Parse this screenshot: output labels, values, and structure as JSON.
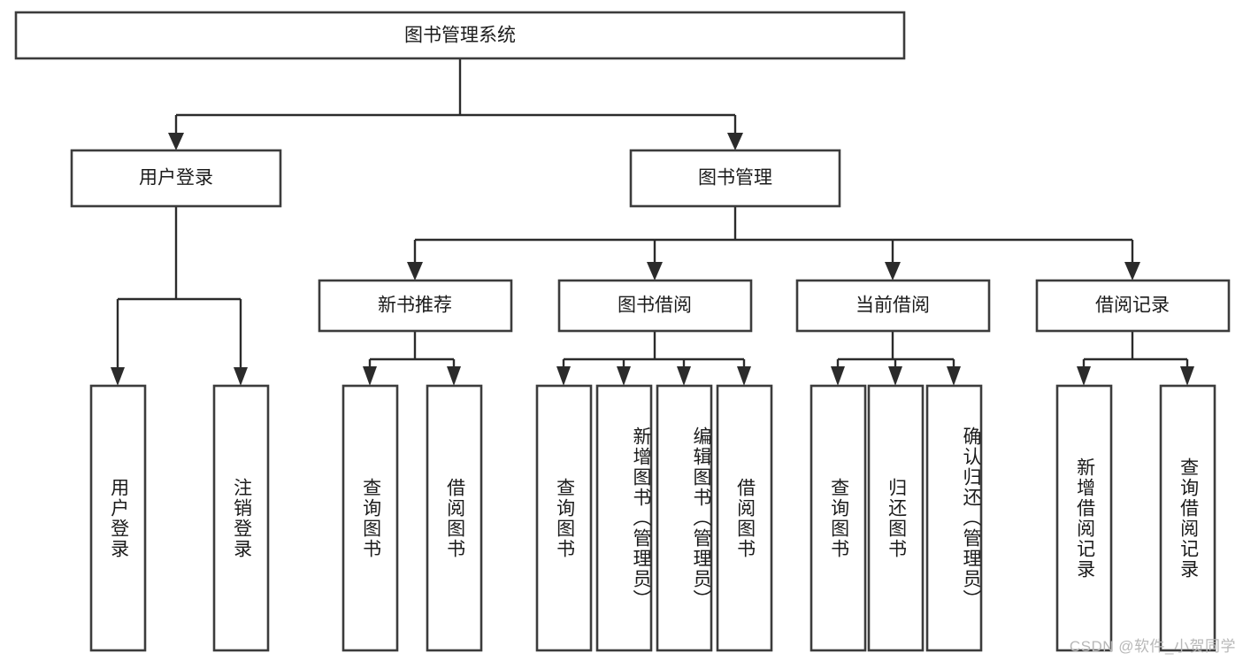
{
  "diagram": {
    "title": "图书管理系统",
    "type": "tree-hierarchy-flowchart",
    "orientation": "top-down",
    "nodes": {
      "root": {
        "label": "图书管理系统",
        "level": 1,
        "text_orientation": "horizontal"
      },
      "user_login": {
        "label": "用户登录",
        "level": 2,
        "text_orientation": "horizontal"
      },
      "book_manage": {
        "label": "图书管理",
        "level": 2,
        "text_orientation": "horizontal"
      },
      "new_book_rec": {
        "label": "新书推荐",
        "level": 3,
        "text_orientation": "horizontal"
      },
      "book_borrow": {
        "label": "图书借阅",
        "level": 3,
        "text_orientation": "horizontal"
      },
      "current_borrow": {
        "label": "当前借阅",
        "level": 3,
        "text_orientation": "horizontal"
      },
      "borrow_record": {
        "label": "借阅记录",
        "level": 3,
        "text_orientation": "horizontal"
      },
      "leaf_user_login": {
        "label": "用户登录",
        "level": 4,
        "text_orientation": "vertical"
      },
      "leaf_logout": {
        "label": "注销登录",
        "level": 4,
        "text_orientation": "vertical"
      },
      "leaf_query_book_a": {
        "label": "查询图书",
        "level": 4,
        "text_orientation": "vertical"
      },
      "leaf_borrow_book_a": {
        "label": "借阅图书",
        "level": 4,
        "text_orientation": "vertical"
      },
      "leaf_query_book_b": {
        "label": "查询图书",
        "level": 4,
        "text_orientation": "vertical"
      },
      "leaf_add_book": {
        "label": "新增图书（管理员）",
        "level": 4,
        "text_orientation": "vertical"
      },
      "leaf_edit_book": {
        "label": "编辑图书（管理员）",
        "level": 4,
        "text_orientation": "vertical"
      },
      "leaf_borrow_book_b": {
        "label": "借阅图书",
        "level": 4,
        "text_orientation": "vertical"
      },
      "leaf_query_book_c": {
        "label": "查询图书",
        "level": 4,
        "text_orientation": "vertical"
      },
      "leaf_return_book": {
        "label": "归还图书",
        "level": 4,
        "text_orientation": "vertical"
      },
      "leaf_confirm_return": {
        "label": "确认归还（管理员）",
        "level": 4,
        "text_orientation": "vertical"
      },
      "leaf_add_record": {
        "label": "新增借阅记录",
        "level": 4,
        "text_orientation": "vertical"
      },
      "leaf_query_record": {
        "label": "查询借阅记录",
        "level": 4,
        "text_orientation": "vertical"
      }
    },
    "edges": [
      {
        "from": "root",
        "to": "user_login"
      },
      {
        "from": "root",
        "to": "book_manage"
      },
      {
        "from": "user_login",
        "to": "leaf_user_login"
      },
      {
        "from": "user_login",
        "to": "leaf_logout"
      },
      {
        "from": "book_manage",
        "to": "new_book_rec"
      },
      {
        "from": "book_manage",
        "to": "book_borrow"
      },
      {
        "from": "book_manage",
        "to": "current_borrow"
      },
      {
        "from": "book_manage",
        "to": "borrow_record"
      },
      {
        "from": "new_book_rec",
        "to": "leaf_query_book_a"
      },
      {
        "from": "new_book_rec",
        "to": "leaf_borrow_book_a"
      },
      {
        "from": "book_borrow",
        "to": "leaf_query_book_b"
      },
      {
        "from": "book_borrow",
        "to": "leaf_add_book"
      },
      {
        "from": "book_borrow",
        "to": "leaf_edit_book"
      },
      {
        "from": "book_borrow",
        "to": "leaf_borrow_book_b"
      },
      {
        "from": "current_borrow",
        "to": "leaf_query_book_c"
      },
      {
        "from": "current_borrow",
        "to": "leaf_return_book"
      },
      {
        "from": "current_borrow",
        "to": "leaf_confirm_return"
      },
      {
        "from": "borrow_record",
        "to": "leaf_add_record"
      },
      {
        "from": "borrow_record",
        "to": "leaf_query_record"
      }
    ],
    "colors": {
      "node_fill": "#ffffff",
      "node_stroke": "#3c3c3c",
      "connector": "#2b2b2b",
      "text": "#1b1b1b",
      "background": "#ffffff",
      "watermark": "#b8b8b8"
    }
  },
  "watermark": {
    "text": "CSDN @软件_小贺同学"
  }
}
